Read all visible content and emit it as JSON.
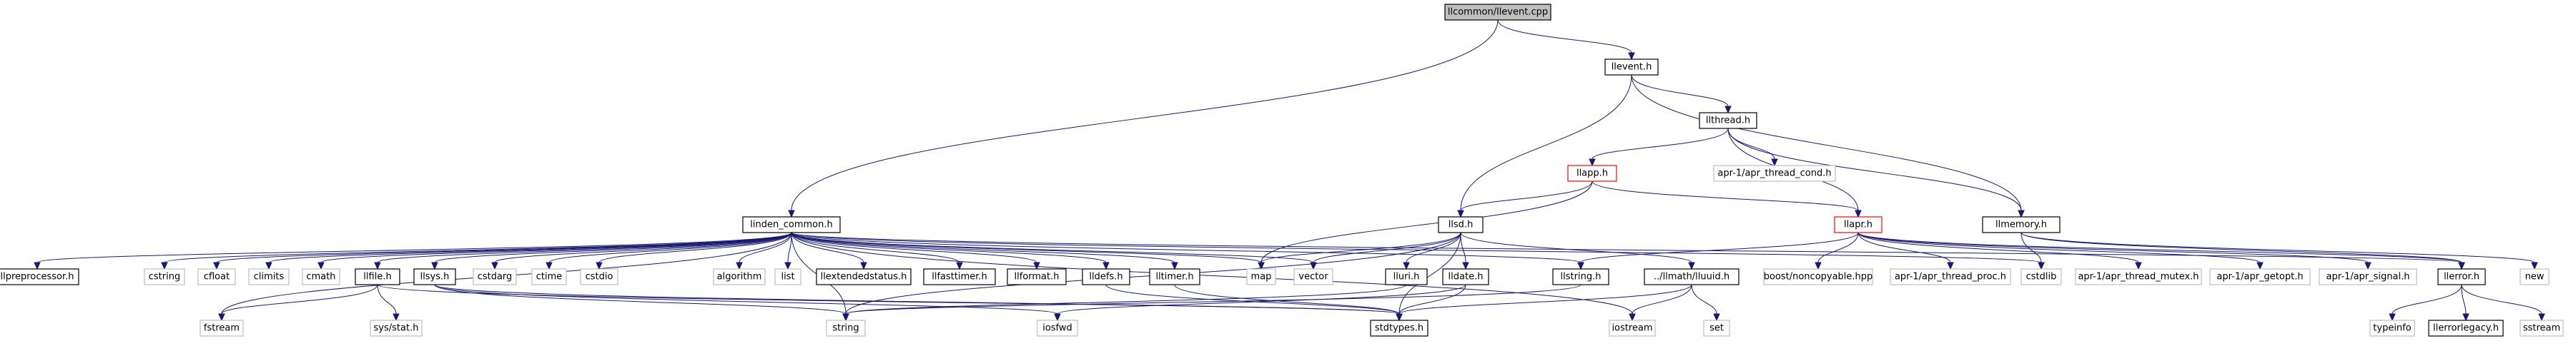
{
  "diagram": {
    "colors": {
      "edge": "#191970",
      "root_fill": "#bfbfbf",
      "box_border": "#000000",
      "red_border": "#ff0000",
      "grey_border": "#bfbfbf"
    },
    "nodes": [
      {
        "id": "llevent_cpp",
        "label": "llcommon/llevent.cpp",
        "style": "root"
      },
      {
        "id": "llevent_h",
        "label": "llevent.h",
        "style": "normal"
      },
      {
        "id": "linden_common_h",
        "label": "linden_common.h",
        "style": "normal"
      },
      {
        "id": "llthread_h",
        "label": "llthread.h",
        "style": "normal"
      },
      {
        "id": "llapp_h",
        "label": "llapp.h",
        "style": "red"
      },
      {
        "id": "apr_thread_cond_h",
        "label": "apr-1/apr_thread_cond.h",
        "style": "grey"
      },
      {
        "id": "llsd_h",
        "label": "llsd.h",
        "style": "normal"
      },
      {
        "id": "llapr_h",
        "label": "llapr.h",
        "style": "red"
      },
      {
        "id": "llmemory_h",
        "label": "llmemory.h",
        "style": "normal"
      },
      {
        "id": "llpreprocessor_h",
        "label": "llpreprocessor.h",
        "style": "normal"
      },
      {
        "id": "cstring",
        "label": "cstring",
        "style": "grey"
      },
      {
        "id": "cfloat",
        "label": "cfloat",
        "style": "grey"
      },
      {
        "id": "climits",
        "label": "climits",
        "style": "grey"
      },
      {
        "id": "cmath",
        "label": "cmath",
        "style": "grey"
      },
      {
        "id": "llfile_h",
        "label": "llfile.h",
        "style": "normal"
      },
      {
        "id": "llsys_h",
        "label": "llsys.h",
        "style": "normal"
      },
      {
        "id": "cstdarg",
        "label": "cstdarg",
        "style": "grey"
      },
      {
        "id": "ctime",
        "label": "ctime",
        "style": "grey"
      },
      {
        "id": "cstdio",
        "label": "cstdio",
        "style": "grey"
      },
      {
        "id": "algorithm",
        "label": "algorithm",
        "style": "grey"
      },
      {
        "id": "list",
        "label": "list",
        "style": "grey"
      },
      {
        "id": "llextendedstatus_h",
        "label": "llextendedstatus.h",
        "style": "normal"
      },
      {
        "id": "llfasttimer_h",
        "label": "llfasttimer.h",
        "style": "normal"
      },
      {
        "id": "llformat_h",
        "label": "llformat.h",
        "style": "normal"
      },
      {
        "id": "lldefs_h",
        "label": "lldefs.h",
        "style": "normal"
      },
      {
        "id": "lltimer_h",
        "label": "lltimer.h",
        "style": "normal"
      },
      {
        "id": "map",
        "label": "map",
        "style": "grey"
      },
      {
        "id": "vector",
        "label": "vector",
        "style": "grey"
      },
      {
        "id": "lluri_h",
        "label": "lluri.h",
        "style": "normal"
      },
      {
        "id": "lldate_h",
        "label": "lldate.h",
        "style": "normal"
      },
      {
        "id": "llstring_h",
        "label": "llstring.h",
        "style": "normal"
      },
      {
        "id": "lluuid_h",
        "label": "../llmath/lluuid.h",
        "style": "normal"
      },
      {
        "id": "boost_noncopyable",
        "label": "boost/noncopyable.hpp",
        "style": "grey"
      },
      {
        "id": "apr_thread_proc_h",
        "label": "apr-1/apr_thread_proc.h",
        "style": "grey"
      },
      {
        "id": "cstdlib",
        "label": "cstdlib",
        "style": "grey"
      },
      {
        "id": "apr_thread_mutex_h",
        "label": "apr-1/apr_thread_mutex.h",
        "style": "grey"
      },
      {
        "id": "apr_getopt_h",
        "label": "apr-1/apr_getopt.h",
        "style": "grey"
      },
      {
        "id": "apr_signal_h",
        "label": "apr-1/apr_signal.h",
        "style": "grey"
      },
      {
        "id": "llerror_h",
        "label": "llerror.h",
        "style": "normal"
      },
      {
        "id": "new",
        "label": "new",
        "style": "grey"
      },
      {
        "id": "fstream",
        "label": "fstream",
        "style": "grey"
      },
      {
        "id": "sys_stat_h",
        "label": "sys/stat.h",
        "style": "grey"
      },
      {
        "id": "string",
        "label": "string",
        "style": "grey"
      },
      {
        "id": "iosfwd",
        "label": "iosfwd",
        "style": "grey"
      },
      {
        "id": "stdtypes_h",
        "label": "stdtypes.h",
        "style": "normal"
      },
      {
        "id": "iostream",
        "label": "iostream",
        "style": "grey"
      },
      {
        "id": "set",
        "label": "set",
        "style": "grey"
      },
      {
        "id": "typeinfo",
        "label": "typeinfo",
        "style": "grey"
      },
      {
        "id": "llerrorlegacy_h",
        "label": "llerrorlegacy.h",
        "style": "normal"
      },
      {
        "id": "sstream",
        "label": "sstream",
        "style": "grey"
      }
    ],
    "edges": [
      [
        "llevent_cpp",
        "linden_common_h"
      ],
      [
        "llevent_cpp",
        "llevent_h"
      ],
      [
        "llevent_h",
        "llsd_h"
      ],
      [
        "llevent_h",
        "llthread_h"
      ],
      [
        "llevent_h",
        "llmemory_h"
      ],
      [
        "llthread_h",
        "llapp_h"
      ],
      [
        "llthread_h",
        "apr_thread_cond_h"
      ],
      [
        "llthread_h",
        "llapr_h"
      ],
      [
        "llthread_h",
        "llmemory_h"
      ],
      [
        "llapp_h",
        "llsd_h"
      ],
      [
        "llapp_h",
        "llapr_h"
      ],
      [
        "llapp_h",
        "map"
      ],
      [
        "linden_common_h",
        "llpreprocessor_h"
      ],
      [
        "linden_common_h",
        "cstring"
      ],
      [
        "linden_common_h",
        "cfloat"
      ],
      [
        "linden_common_h",
        "climits"
      ],
      [
        "linden_common_h",
        "cmath"
      ],
      [
        "linden_common_h",
        "llfile_h"
      ],
      [
        "linden_common_h",
        "llsys_h"
      ],
      [
        "linden_common_h",
        "cstdarg"
      ],
      [
        "linden_common_h",
        "ctime"
      ],
      [
        "linden_common_h",
        "cstdio"
      ],
      [
        "linden_common_h",
        "algorithm"
      ],
      [
        "linden_common_h",
        "list"
      ],
      [
        "linden_common_h",
        "llextendedstatus_h"
      ],
      [
        "linden_common_h",
        "llfasttimer_h"
      ],
      [
        "linden_common_h",
        "llformat_h"
      ],
      [
        "linden_common_h",
        "lldefs_h"
      ],
      [
        "linden_common_h",
        "lltimer_h"
      ],
      [
        "linden_common_h",
        "map"
      ],
      [
        "linden_common_h",
        "vector"
      ],
      [
        "linden_common_h",
        "llstring_h"
      ],
      [
        "linden_common_h",
        "cstdlib"
      ],
      [
        "linden_common_h",
        "llerror_h"
      ],
      [
        "linden_common_h",
        "fstream"
      ],
      [
        "linden_common_h",
        "string"
      ],
      [
        "linden_common_h",
        "iostream"
      ],
      [
        "llsd_h",
        "map"
      ],
      [
        "llsd_h",
        "vector"
      ],
      [
        "llsd_h",
        "string"
      ],
      [
        "llsd_h",
        "lluri_h"
      ],
      [
        "llsd_h",
        "lldate_h"
      ],
      [
        "llsd_h",
        "lluuid_h"
      ],
      [
        "llsd_h",
        "stdtypes_h"
      ],
      [
        "llapr_h",
        "llstring_h"
      ],
      [
        "llapr_h",
        "boost_noncopyable"
      ],
      [
        "llapr_h",
        "apr_thread_proc_h"
      ],
      [
        "llapr_h",
        "apr_thread_mutex_h"
      ],
      [
        "llapr_h",
        "apr_getopt_h"
      ],
      [
        "llapr_h",
        "apr_signal_h"
      ],
      [
        "llapr_h",
        "llerror_h"
      ],
      [
        "llmemory_h",
        "cstdlib"
      ],
      [
        "llmemory_h",
        "llerror_h"
      ],
      [
        "llmemory_h",
        "new"
      ],
      [
        "llfile_h",
        "fstream"
      ],
      [
        "llfile_h",
        "sys_stat_h"
      ],
      [
        "llfile_h",
        "stdtypes_h"
      ],
      [
        "llsys_h",
        "string"
      ],
      [
        "llsys_h",
        "iosfwd"
      ],
      [
        "llsys_h",
        "stdtypes_h"
      ],
      [
        "lldefs_h",
        "stdtypes_h"
      ],
      [
        "lltimer_h",
        "stdtypes_h"
      ],
      [
        "lluri_h",
        "string"
      ],
      [
        "lldate_h",
        "iosfwd"
      ],
      [
        "lldate_h",
        "stdtypes_h"
      ],
      [
        "llstring_h",
        "string"
      ],
      [
        "lluuid_h",
        "iostream"
      ],
      [
        "lluuid_h",
        "set"
      ],
      [
        "lluuid_h",
        "stdtypes_h"
      ],
      [
        "llerror_h",
        "typeinfo"
      ],
      [
        "llerror_h",
        "llerrorlegacy_h"
      ],
      [
        "llerror_h",
        "sstream"
      ]
    ]
  }
}
